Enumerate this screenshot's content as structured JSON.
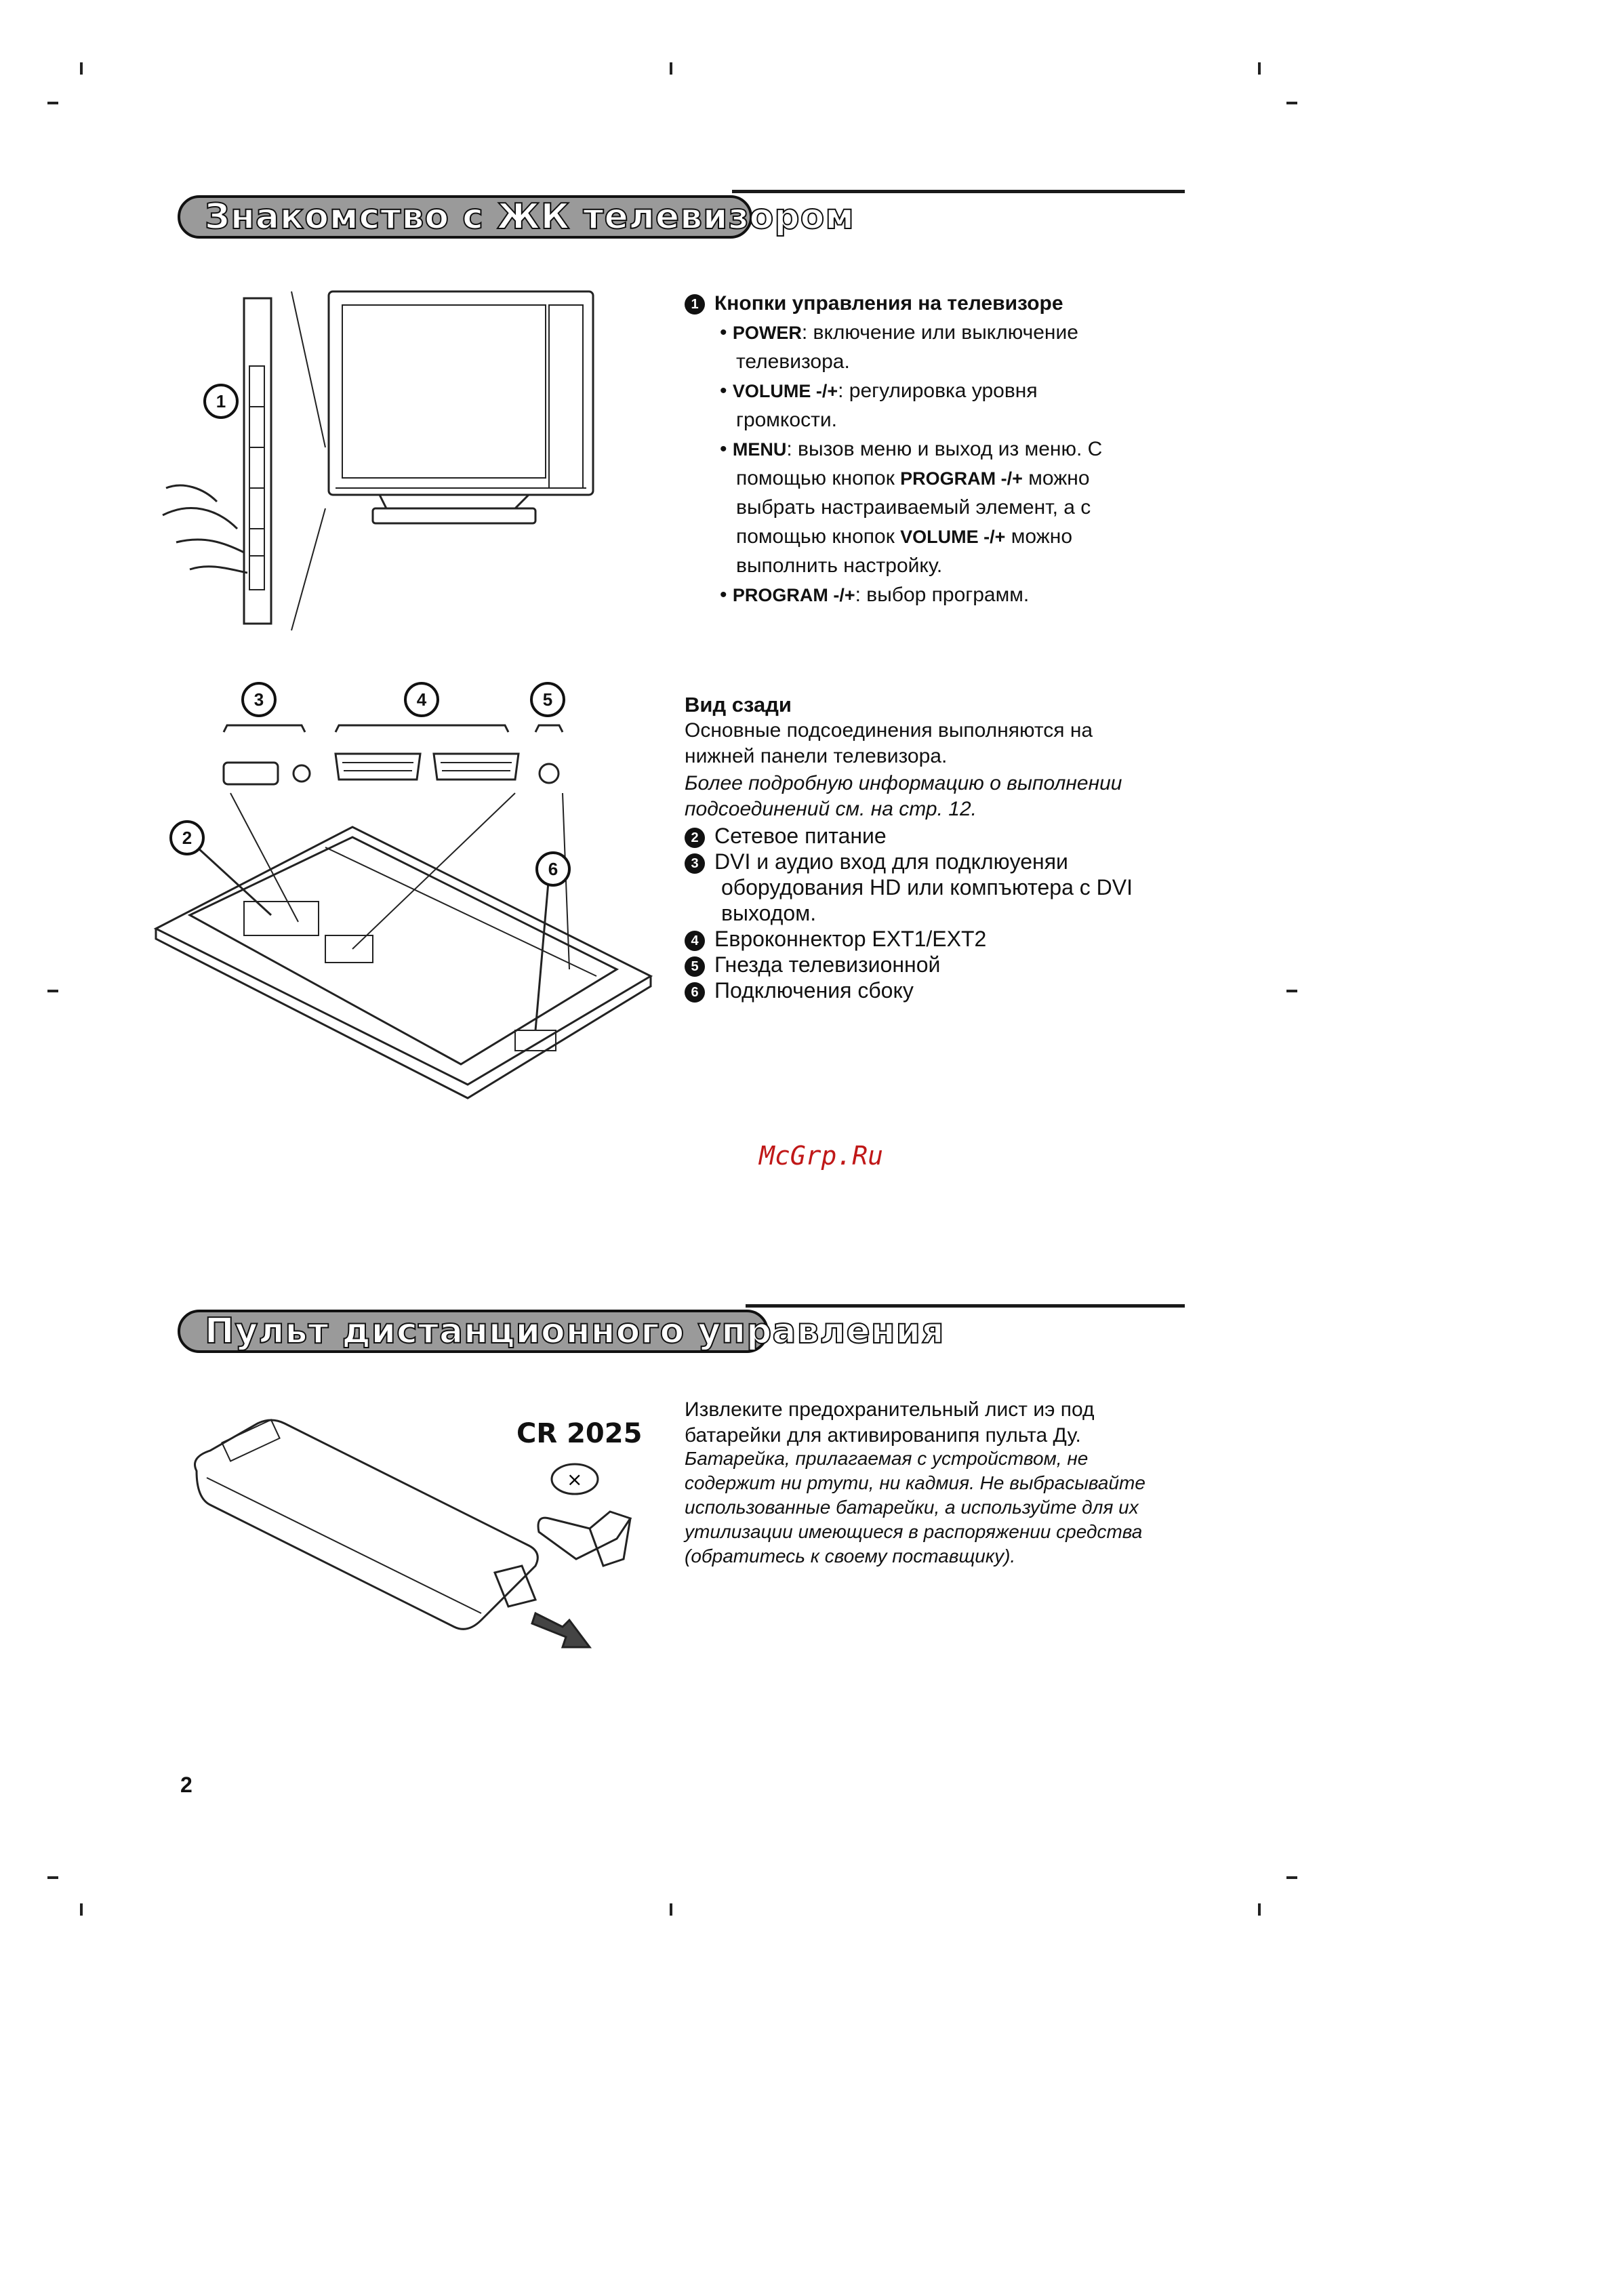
{
  "section1": {
    "title": "Знакомство с ЖК телевизором",
    "controls": {
      "number": "1",
      "heading": "Кнопки управления на телевизоре",
      "power": {
        "key": "POWER",
        "text1": ": включение или выключение",
        "text2": "телевизора."
      },
      "volume": {
        "key": "VOLUME -/+",
        "text1": ": регулировка уровня",
        "text2": "громкости."
      },
      "menu": {
        "key": "MENU",
        "text1": ": вызов меню и выход из меню. С",
        "line2_pre": "помощью кнопок ",
        "line2_key": "PROGRAM -/+",
        "line2_post": " можно",
        "line3": "выбрать настраиваемый элемент, а с",
        "line4_pre": "помощью кнопок ",
        "line4_key": "VOLUME -/+",
        "line4_post": " можно",
        "line5": "выполнить настройку."
      },
      "program": {
        "key": "PROGRAM -/+",
        "text1": ": выбор программ."
      }
    },
    "rear": {
      "heading": "Вид сзади",
      "line1": "Основные подсоединения выполняются на",
      "line2": "нижней панели телевизора.",
      "italic1": "Более подробную информацию о выполнении",
      "italic2": "подсоединений см. на стр. 12.",
      "items": [
        {
          "num": "2",
          "text": "Сетевое питание"
        },
        {
          "num": "3",
          "text": "DVI и аудио вход для подклюуеняи"
        },
        {
          "num": "",
          "text": "оборудования HD или компъютера с DVI"
        },
        {
          "num": "",
          "text": "выходом."
        },
        {
          "num": "4",
          "text": "Евроконнектор EXT1/EXT2"
        },
        {
          "num": "5",
          "text": "Гнезда телевизионной"
        },
        {
          "num": "6",
          "text": "Подключения сбоку"
        }
      ],
      "callouts": [
        "3",
        "4",
        "5",
        "2",
        "6"
      ]
    }
  },
  "watermark": "McGrp.Ru",
  "section2": {
    "title": "Пульт дистанционного управления",
    "battery_label": "CR 2025",
    "line1": "Извлеките предохранительный лист иэ под",
    "line2": "батарейки для активированипя пульта Ду.",
    "italic": [
      "Батарейка, прилагаемая с устройством, не",
      "содержит ни ртути, ни кадмия. Не выбрасывайте",
      "использованные батарейки, а используйте для их",
      "утилизации имеющиеся в распоряжении средства",
      "(обратитесь к своему поставщику)."
    ]
  },
  "page_number": "2"
}
